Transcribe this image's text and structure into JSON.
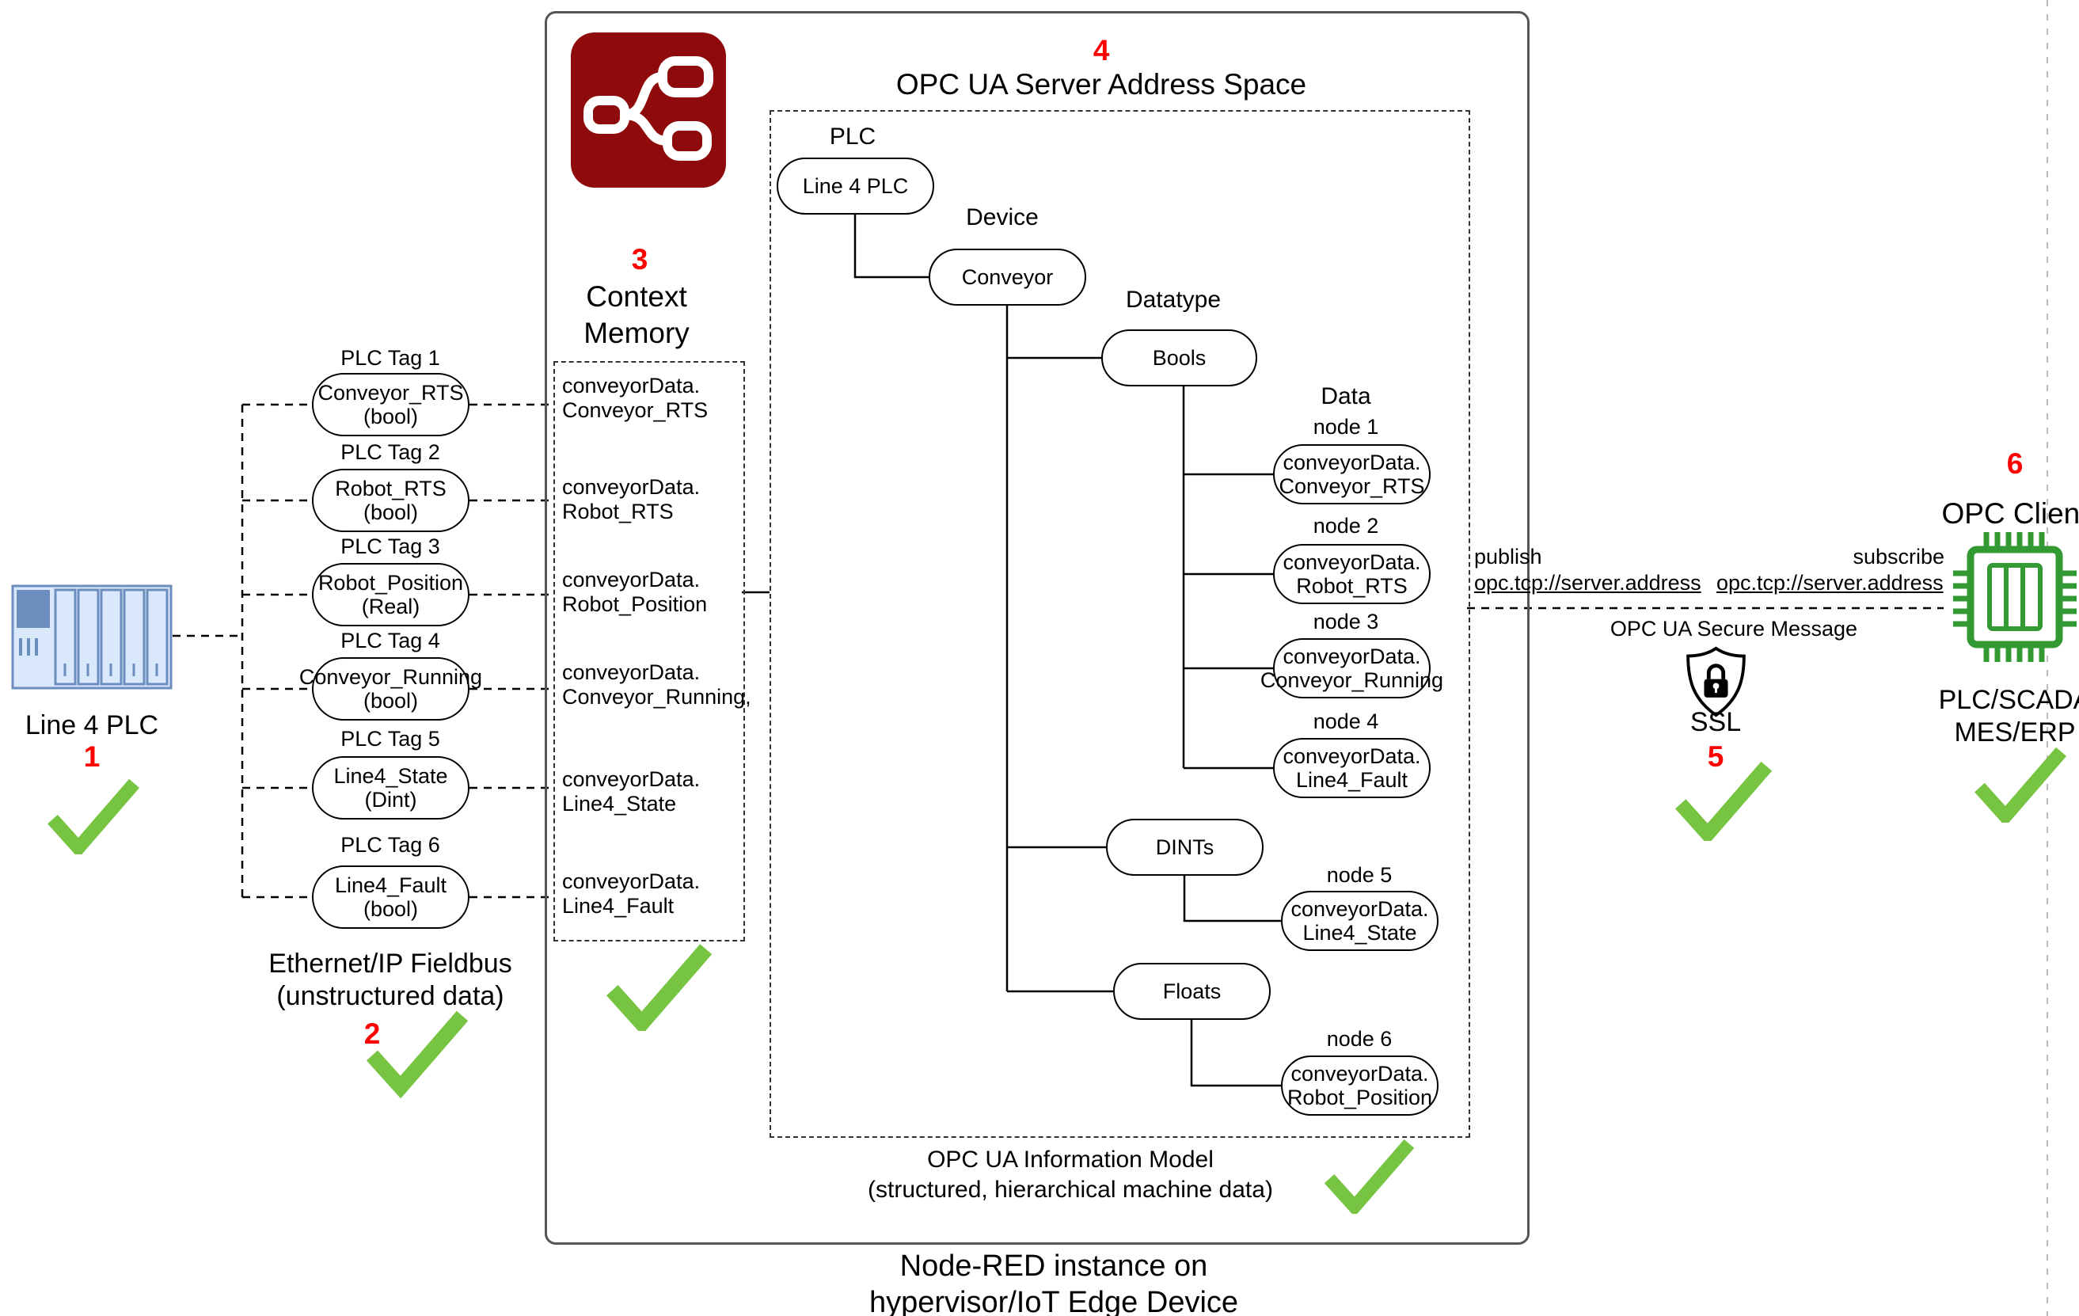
{
  "steps": {
    "s1": "1",
    "s2": "2",
    "s3": "3",
    "s4": "4",
    "s5": "5",
    "s6": "6"
  },
  "plc": {
    "name": "Line 4 PLC",
    "fieldbus": [
      "Ethernet/IP Fieldbus",
      "(unstructured data)"
    ],
    "tags": [
      {
        "title": "PLC Tag 1",
        "name": "Conveyor_RTS",
        "type": "(bool)"
      },
      {
        "title": "PLC Tag 2",
        "name": "Robot_RTS",
        "type": "(bool)"
      },
      {
        "title": "PLC Tag 3",
        "name": "Robot_Position",
        "type": "(Real)"
      },
      {
        "title": "PLC Tag 4",
        "name": "Conveyor_Running",
        "type": "(bool)"
      },
      {
        "title": "PLC Tag 5",
        "name": "Line4_State",
        "type": "(Dint)"
      },
      {
        "title": "PLC Tag 6",
        "name": "Line4_Fault",
        "type": "(bool)"
      }
    ]
  },
  "context_memory": {
    "title": [
      "Context",
      "Memory"
    ],
    "items": [
      [
        "conveyorData.",
        "Conveyor_RTS"
      ],
      [
        "conveyorData.",
        "Robot_RTS"
      ],
      [
        "conveyorData.",
        "Robot_Position"
      ],
      [
        "conveyorData.",
        "Conveyor_Running,"
      ],
      [
        "conveyorData.",
        "Line4_State"
      ],
      [
        "conveyorData.",
        "Line4_Fault"
      ]
    ]
  },
  "address_space": {
    "title": "OPC UA Server Address Space",
    "levels": {
      "plc": "PLC",
      "device": "Device",
      "datatype": "Datatype",
      "data": "Data"
    },
    "root": "Line 4 PLC",
    "device": "Conveyor",
    "types": {
      "bools": "Bools",
      "dints": "DINTs",
      "floats": "Floats"
    },
    "nodes": [
      {
        "title": "node 1",
        "line1": "conveyorData.",
        "line2": "Conveyor_RTS"
      },
      {
        "title": "node 2",
        "line1": "conveyorData.",
        "line2": "Robot_RTS"
      },
      {
        "title": "node 3",
        "line1": "conveyorData.",
        "line2": "Conveyor_Running"
      },
      {
        "title": "node 4",
        "line1": "conveyorData.",
        "line2": "Line4_Fault"
      },
      {
        "title": "node 5",
        "line1": "conveyorData.",
        "line2": "Line4_State"
      },
      {
        "title": "node 6",
        "line1": "conveyorData.",
        "line2": "Robot_Position"
      }
    ],
    "info_model": [
      "OPC UA Information Model",
      "(structured, hierarchical machine data)"
    ]
  },
  "footer": [
    "Node-RED instance on",
    "hypervisor/IoT Edge Device"
  ],
  "link": {
    "publish": "publish",
    "publish_url": "opc.tcp://server.address",
    "subscribe": "subscribe",
    "subscribe_url": "opc.tcp://server.address",
    "secure": "OPC UA Secure Message",
    "ssl": "SSL"
  },
  "client": {
    "title": "OPC Client",
    "lines": [
      "PLC/SCADA",
      "MES/ERP"
    ]
  },
  "colors": {
    "step_number": "#ff0000",
    "check": "#76c442",
    "node_red": "#8f0b0b",
    "plc_stroke": "#6c8ebf",
    "plc_fill": "#dae8fc",
    "client_green": "#339933",
    "line": "#000000"
  },
  "icons": [
    "node-red-icon",
    "plc-icon",
    "ssl-shield-lock-icon",
    "opc-client-chip-icon",
    "check-icon"
  ]
}
